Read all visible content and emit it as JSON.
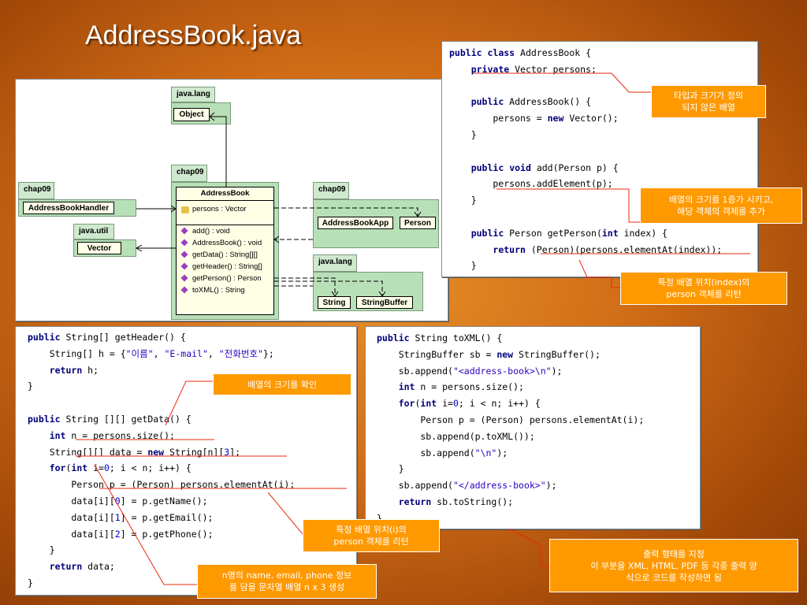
{
  "title": "AddressBook.java",
  "uml": {
    "pkg_javalang_top": "java.lang",
    "object": "Object",
    "pkg_chap09_main": "chap09",
    "pkg_chap09_left": "chap09",
    "pkg_chap09_right": "chap09",
    "pkg_javautil": "java.util",
    "pkg_javalang_bottom": "java.lang",
    "handler": "AddressBookHandler",
    "vector": "Vector",
    "app": "AddressBookApp",
    "person": "Person",
    "string": "String",
    "stringbuffer": "StringBuffer",
    "class_name": "AddressBook",
    "attribute": "persons : Vector",
    "methods": [
      "add() : void",
      "AddressBook() : void",
      "getData() : String[][]",
      "getHeader() : String[]",
      "getPerson() : Person",
      "toXML() : String"
    ]
  },
  "code1": {
    "lines": [
      "public class AddressBook {",
      "    private Vector persons;",
      "",
      "    public AddressBook() {",
      "        persons = new Vector();",
      "    }",
      "",
      "    public void add(Person p) {",
      "        persons.addElement(p);",
      "    }",
      "",
      "    public Person getPerson(int index) {",
      "        return (Person)(persons.elementAt(index));",
      "    }"
    ]
  },
  "code2": {
    "lines": [
      "public String[] getHeader() {",
      "    String[] h = {\"이름\", \"E-mail\", \"전화번호\"};",
      "    return h;",
      "}",
      "",
      "public String [][] getData() {",
      "    int n = persons.size();",
      "    String[][] data = new String[n][3];",
      "    for(int i=0; i < n; i++) {",
      "        Person p = (Person) persons.elementAt(i);",
      "        data[i][0] = p.getName();",
      "        data[i][1] = p.getEmail();",
      "        data[i][2] = p.getPhone();",
      "    }",
      "    return data;",
      "}"
    ]
  },
  "code3": {
    "lines": [
      "public String toXML() {",
      "    StringBuffer sb = new StringBuffer();",
      "    sb.append(\"<address-book>\\n\");",
      "    int n = persons.size();",
      "    for(int i=0; i < n; i++) {",
      "        Person p = (Person) persons.elementAt(i);",
      "        sb.append(p.toXML());",
      "        sb.append(\"\\n\");",
      "    }",
      "    sb.append(\"</address-book>\");",
      "    return sb.toString();",
      "}"
    ]
  },
  "callouts": {
    "c1": "타입과 크기가 정의\n되지 않은 배열",
    "c2": "배열의 크기를 1증가 시키고,\n해당 객체의 객체를 추가",
    "c3": "특정 배열 위치(index)의\nperson 객체를 리턴",
    "c4": "배열의 크기를 확인",
    "c5": "특정 배열 위치(i)의\nperson 객체를 리턴",
    "c6": "n명의 name, email, phone 정보\n를 담을 문자열 배열 n x 3 생성",
    "c7": "출력 형태를 지정\n이 부분을 XML, HTML, PDF 등 각종 출력 양\n식으로 코드를 작성하면 됨"
  }
}
